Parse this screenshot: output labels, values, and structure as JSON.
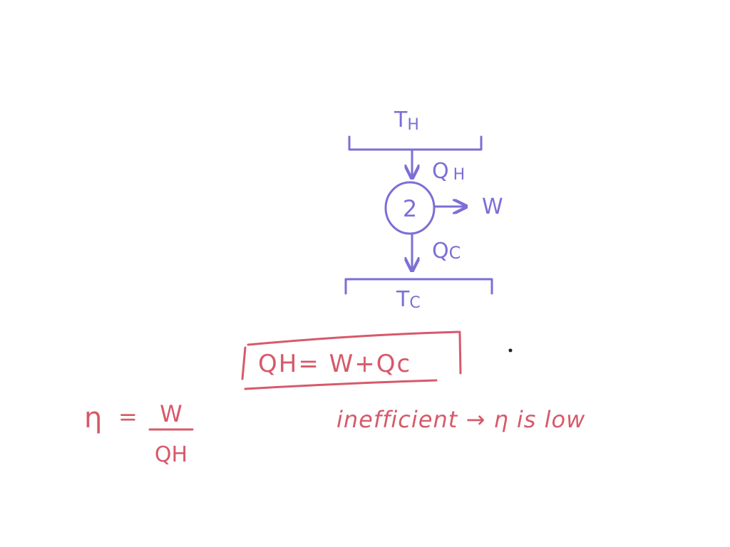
{
  "colors": {
    "background": "#ffffff",
    "diagram_ink": "#7b6fd6",
    "equation_ink": "#d65a6a",
    "dot_ink": "#222222"
  },
  "diagram": {
    "hot_reservoir": {
      "label": "T",
      "subscript": "H"
    },
    "heat_in": {
      "label": "Q",
      "subscript": "H"
    },
    "engine_symbol": "2",
    "work": {
      "label": "W"
    },
    "heat_out": {
      "label": "Q",
      "subscript": "C"
    },
    "cold_reservoir": {
      "label": "T",
      "subscript": "C"
    }
  },
  "equations": {
    "energy_balance": "QH= W+Qc",
    "efficiency": {
      "symbol": "η",
      "equals": "=",
      "numerator": "W",
      "denominator": "QH"
    },
    "note": "inefficient → η is low"
  }
}
